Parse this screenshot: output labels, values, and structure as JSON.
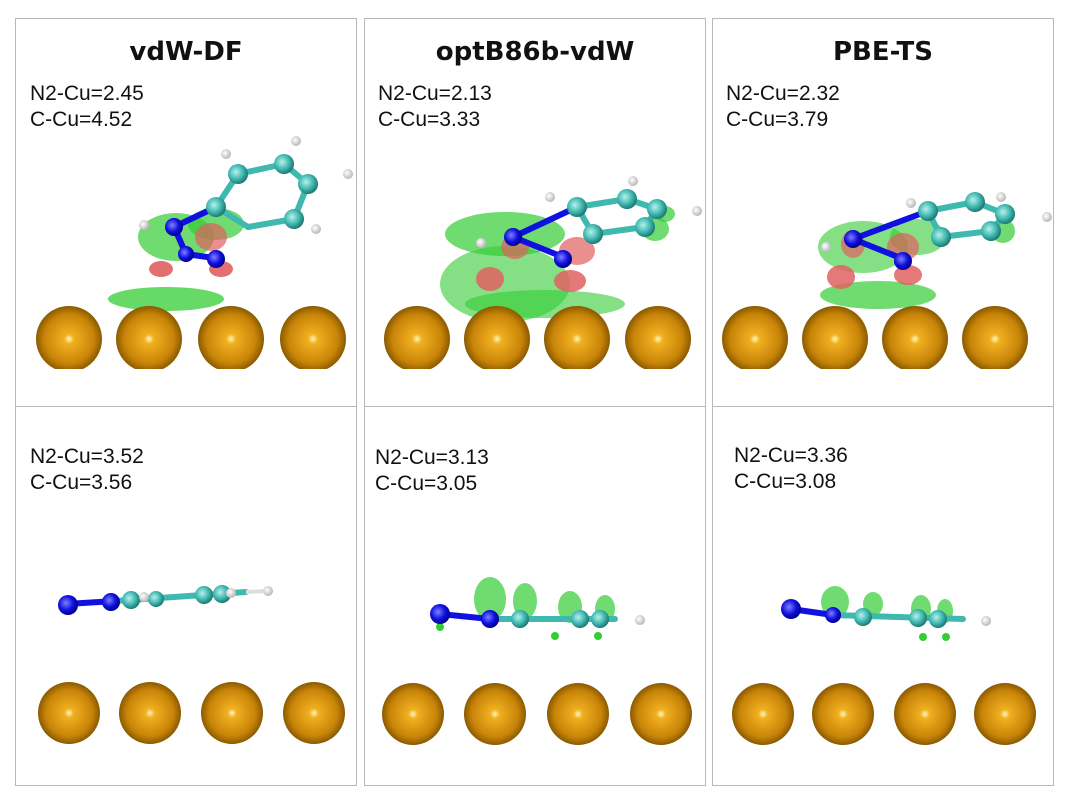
{
  "panels": [
    {
      "title": "vdW-DF",
      "top": {
        "n2_cu": "N2-Cu=2.45",
        "c_cu": "C-Cu=4.52"
      },
      "bottom": {
        "n2_cu": "N2-Cu=3.52",
        "c_cu": "C-Cu=3.56"
      }
    },
    {
      "title": "optB86b-vdW",
      "top": {
        "n2_cu": "N2-Cu=2.13",
        "c_cu": "C-Cu=3.33"
      },
      "bottom": {
        "n2_cu": "N2-Cu=3.13",
        "c_cu": "C-Cu=3.05"
      }
    },
    {
      "title": "PBE-TS",
      "top": {
        "n2_cu": "N2-Cu=2.32",
        "c_cu": "C-Cu=3.79"
      },
      "bottom": {
        "n2_cu": "N2-Cu=3.36",
        "c_cu": "C-Cu=3.08"
      }
    }
  ],
  "colors": {
    "cu_atom": "#d08c10",
    "carbon_atom": "#3fb8b0",
    "nitrogen_atom": "#1010e0",
    "hydrogen_atom": "#e8e8e8",
    "density_gain": "#33cc33",
    "density_loss": "#e06060",
    "border": "#b8b8b8"
  }
}
